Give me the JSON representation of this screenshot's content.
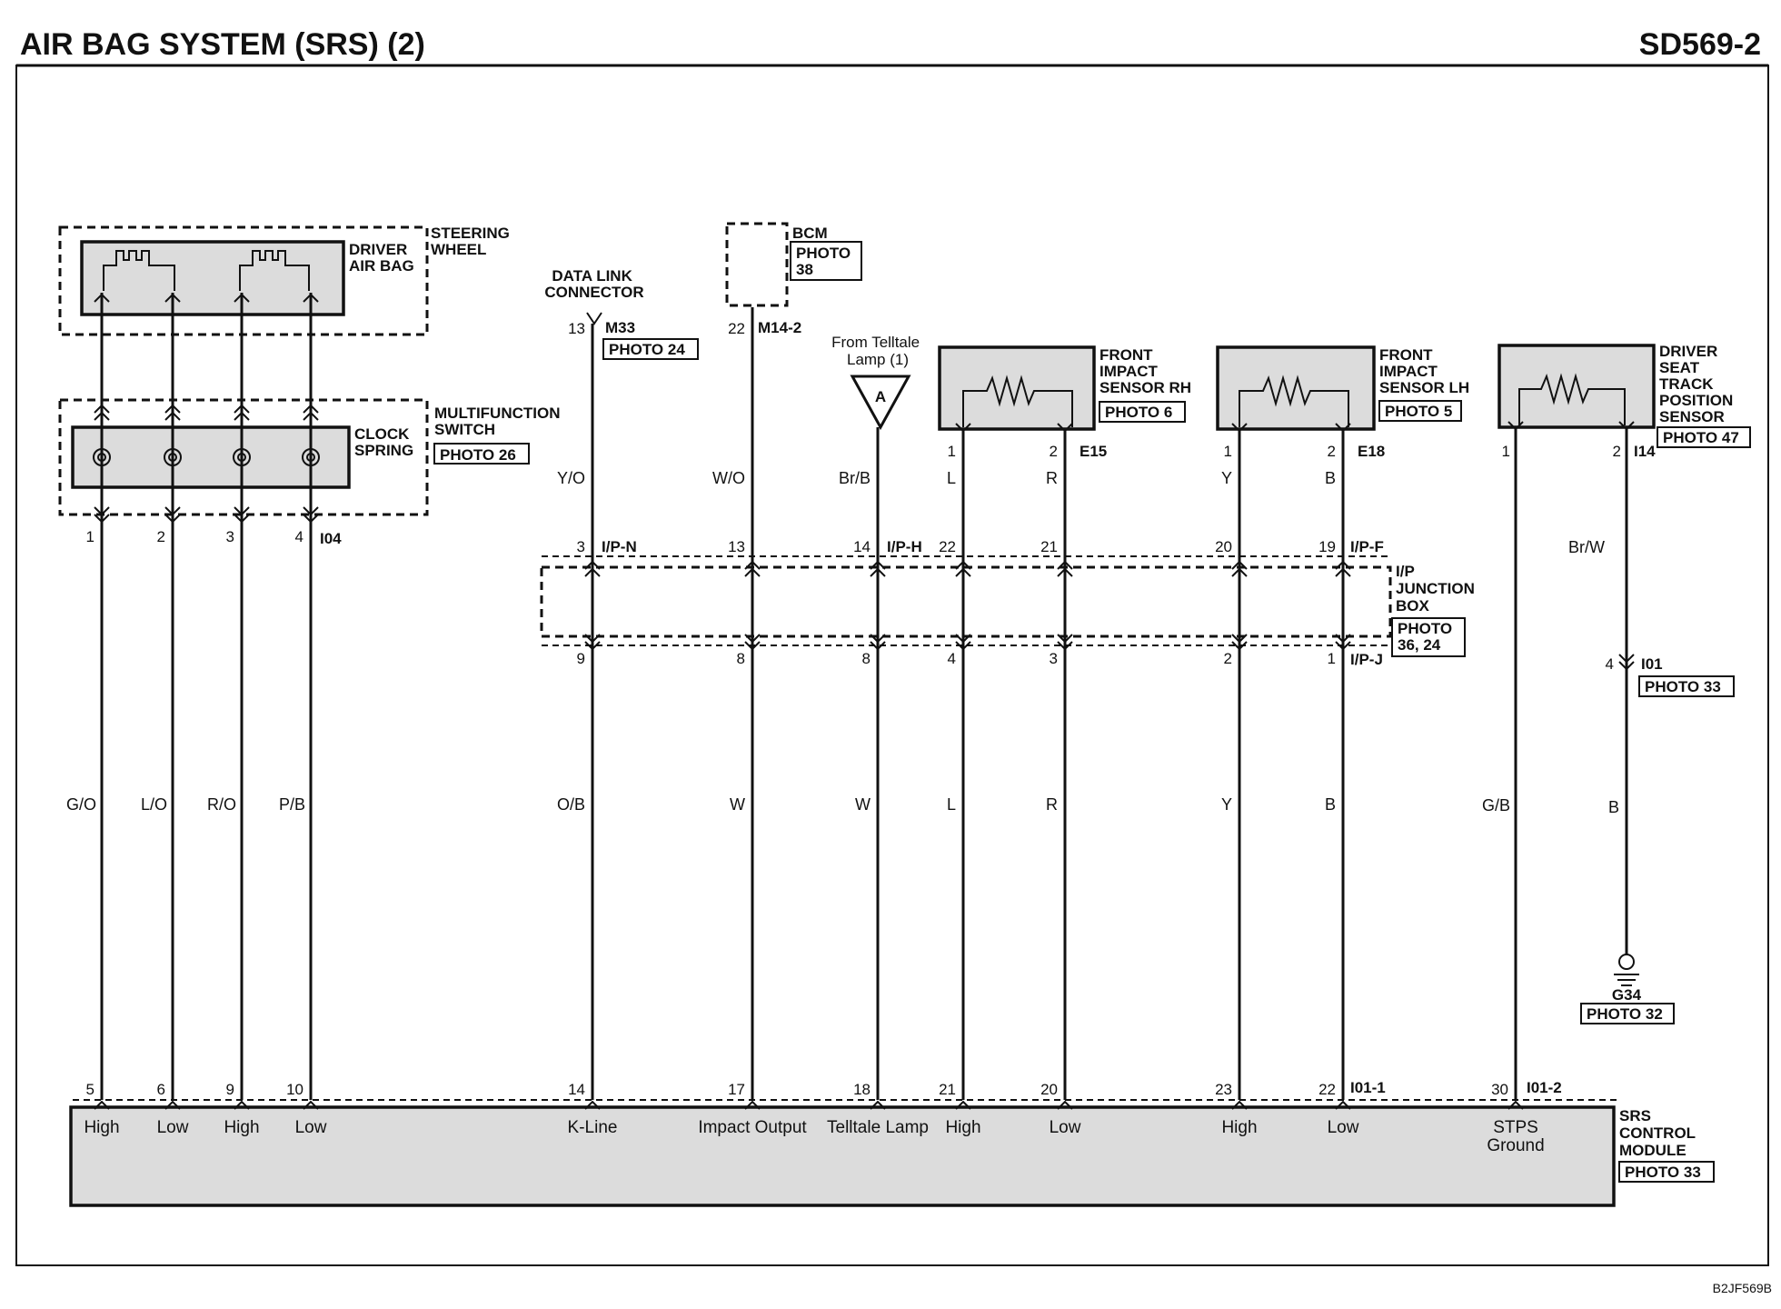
{
  "header": {
    "title": "AIR BAG SYSTEM (SRS) (2)",
    "code": "SD569-2"
  },
  "footer": {
    "ref": "B2JF569B"
  },
  "components": {
    "steering_wheel": "STEERING\nWHEEL",
    "driver_air_bag": "DRIVER\nAIR BAG",
    "multifunction_switch": "MULTIFUNCTION\nSWITCH",
    "clock_spring": "CLOCK\nSPRING",
    "clock_spring_photo": "PHOTO 26",
    "dlc": "DATA LINK\nCONNECTOR",
    "dlc_conn": "M33",
    "dlc_photo": "PHOTO 24",
    "bcm": "BCM",
    "bcm_photo": "PHOTO\n38",
    "bcm_conn": "M14-2",
    "telltale_from": "From Telltale\nLamp (1)",
    "telltale_ref": "A",
    "fis_rh": "FRONT\nIMPACT\nSENSOR RH",
    "fis_rh_photo": "PHOTO 6",
    "fis_rh_conn": "E15",
    "fis_lh": "FRONT\nIMPACT\nSENSOR LH",
    "fis_lh_photo": "PHOTO 5",
    "fis_lh_conn": "E18",
    "stps": "DRIVER\nSEAT\nTRACK\nPOSITION\nSENSOR",
    "stps_photo": "PHOTO 47",
    "stps_conn": "I14",
    "ipjb": "I/P\nJUNCTION\nBOX",
    "ipjb_photo": "PHOTO\n36, 24",
    "ipjb_conn_top_n": "I/P-N",
    "ipjb_conn_top_h": "I/P-H",
    "ipjb_conn_top_f": "I/P-F",
    "ipjb_conn_bottom": "I/P-J",
    "i01_conn": "I01",
    "i01_photo": "PHOTO 33",
    "ground": "G34",
    "ground_photo": "PHOTO 32",
    "srs_module": "SRS\nCONTROL\nMODULE",
    "srs_photo": "PHOTO 33",
    "srs_conn1": "I01-1",
    "srs_conn2": "I01-2",
    "i04_conn": "I04"
  },
  "wires_top": [
    {
      "id": "cs1",
      "pin": "1",
      "color": "G/O"
    },
    {
      "id": "cs2",
      "pin": "2",
      "color": "L/O"
    },
    {
      "id": "cs3",
      "pin": "3",
      "color": "R/O"
    },
    {
      "id": "cs4",
      "pin": "4",
      "color": "P/B"
    },
    {
      "id": "dlc",
      "pin_top": "13",
      "color_top": "Y/O",
      "jb_top": "3",
      "jb_bottom": "9",
      "color": "O/B"
    },
    {
      "id": "bcm",
      "pin_top": "22",
      "color_top": "W/O",
      "jb_top": "13",
      "jb_bottom": "8",
      "color": "W"
    },
    {
      "id": "tel",
      "color_top": "Br/B",
      "jb_top": "14",
      "jb_bottom": "8",
      "color": "W"
    },
    {
      "id": "rh1",
      "pin_top": "1",
      "color_top": "L",
      "jb_top": "22",
      "jb_bottom": "4",
      "color": "L"
    },
    {
      "id": "rh2",
      "pin_top": "2",
      "color_top": "R",
      "jb_top": "21",
      "jb_bottom": "3",
      "color": "R"
    },
    {
      "id": "lh1",
      "pin_top": "1",
      "color_top": "Y",
      "jb_top": "20",
      "jb_bottom": "2",
      "color": "Y"
    },
    {
      "id": "lh2",
      "pin_top": "2",
      "color_top": "B",
      "jb_top": "19",
      "jb_bottom": "1",
      "color": "B"
    },
    {
      "id": "st1",
      "pin_top": "1",
      "color": "G/B"
    },
    {
      "id": "st2",
      "pin_top": "2",
      "color_top": "Br/W",
      "pin_mid": "4",
      "color": "B"
    }
  ],
  "srs_pins": [
    {
      "pin": "5",
      "signal": "High"
    },
    {
      "pin": "6",
      "signal": "Low"
    },
    {
      "pin": "9",
      "signal": "High"
    },
    {
      "pin": "10",
      "signal": "Low"
    },
    {
      "pin": "14",
      "signal": "K-Line"
    },
    {
      "pin": "17",
      "signal": "Impact Output"
    },
    {
      "pin": "18",
      "signal": "Telltale Lamp"
    },
    {
      "pin": "21",
      "signal": "High"
    },
    {
      "pin": "20",
      "signal": "Low"
    },
    {
      "pin": "23",
      "signal": "High"
    },
    {
      "pin": "22",
      "signal": "Low"
    },
    {
      "pin": "30",
      "signal": "STPS\nGround"
    }
  ]
}
